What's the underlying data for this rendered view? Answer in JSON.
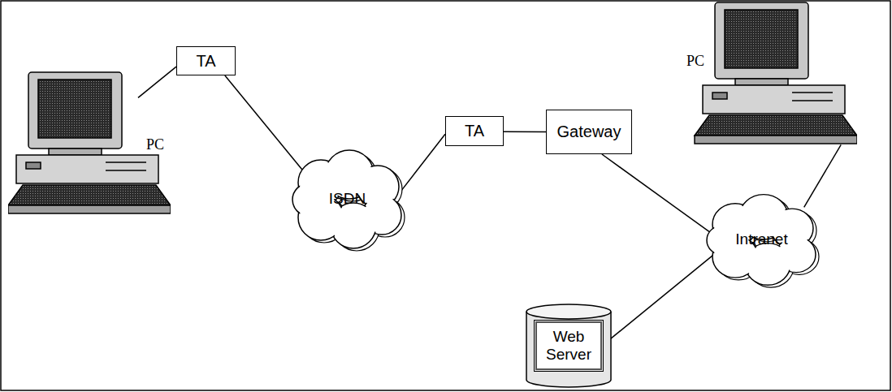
{
  "diagram": {
    "nodes": [
      {
        "text": [
          "PC"
        ]
      },
      {
        "text": [
          "TA"
        ]
      },
      {
        "text": [
          "ISDN"
        ]
      },
      {
        "text": [
          "TA"
        ]
      },
      {
        "text": [
          "Gateway"
        ]
      },
      {
        "text": [
          "PC"
        ]
      },
      {
        "text": [
          "Intranet"
        ]
      },
      {
        "text": [
          "Web Server"
        ]
      }
    ],
    "edges": [
      {
        "from": 0,
        "to": 1,
        "arrow": "none"
      },
      {
        "from": 1,
        "to": 2,
        "arrow": "none"
      },
      {
        "from": 2,
        "to": 3,
        "arrow": "none"
      },
      {
        "from": 3,
        "to": 4,
        "arrow": "none"
      },
      {
        "from": 4,
        "to": 6,
        "arrow": "none"
      },
      {
        "from": 6,
        "to": 5,
        "arrow": "none"
      },
      {
        "from": 6,
        "to": 7,
        "arrow": "none"
      }
    ]
  }
}
